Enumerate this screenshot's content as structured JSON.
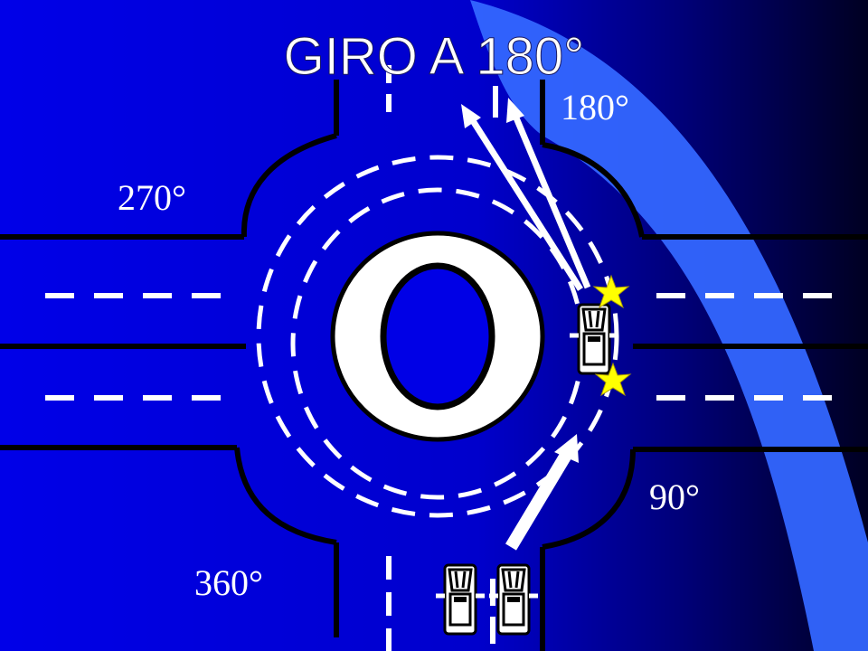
{
  "slide": {
    "title": "GIRO A 180°",
    "labels": {
      "deg_180": "180°",
      "deg_270": "270°",
      "deg_90": "90°",
      "deg_360": "360°"
    }
  },
  "colors": {
    "background_blue": "#0000e6",
    "background_dark": "#000033",
    "swoosh": "#3366ff",
    "road_outline": "#000000",
    "lane_marking": "#ffffff",
    "star": "#ffff00"
  },
  "icons": {
    "car": "car-icon",
    "impact": "impact-star-icon",
    "arrow": "arrow-icon"
  }
}
